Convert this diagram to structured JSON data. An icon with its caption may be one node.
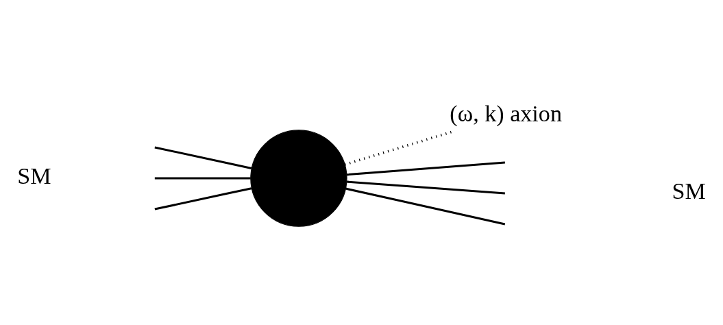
{
  "diagram": {
    "nodes": [
      {
        "text": [],
        "shape": "circle"
      },
      {
        "text": [
          "(ω, k) axion"
        ]
      }
    ],
    "edges": [
      {
        "from": null,
        "to": 0,
        "arrow": "none"
      },
      {
        "from": null,
        "to": 0,
        "arrow": "none"
      },
      {
        "from": null,
        "to": 0,
        "arrow": "none"
      },
      {
        "from": 0,
        "to": null,
        "arrow": "none"
      },
      {
        "from": 0,
        "to": null,
        "arrow": "none"
      },
      {
        "from": 0,
        "to": null,
        "arrow": "none"
      },
      {
        "from": 0,
        "to": 1,
        "arrow": "none",
        "style": "dashed"
      }
    ],
    "labels": [
      "SM",
      "SM"
    ]
  }
}
